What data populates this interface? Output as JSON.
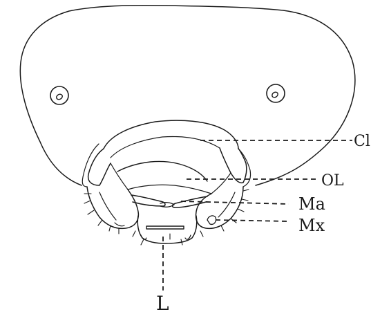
{
  "labels": {
    "cl": "Cl",
    "ol": "OL",
    "ma": "Ma",
    "mx": "Mx",
    "l": "L"
  },
  "colors": {
    "ink": "#1a1a1a",
    "background": "#ffffff"
  }
}
